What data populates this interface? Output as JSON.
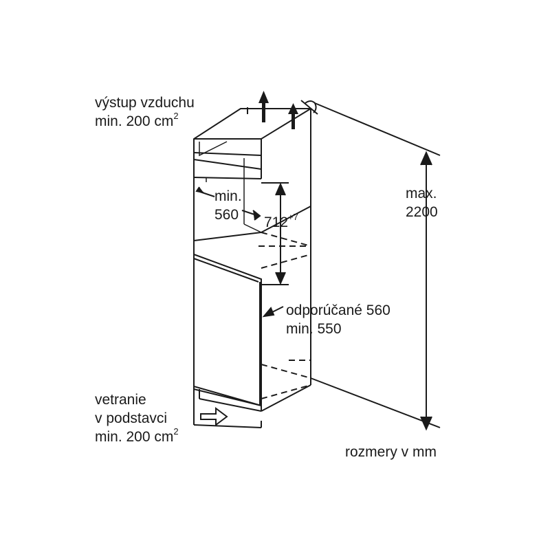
{
  "labels": {
    "air_outlet_line1": "výstup vzduchu",
    "air_outlet_line2": "min. 200 cm",
    "air_outlet_sup": "2",
    "max_height_line1": "max.",
    "max_height_line2": "2200",
    "niche_width_line1": "min.",
    "niche_width_line2": "560",
    "niche_height_value": "712",
    "niche_height_sup": "+7",
    "depth_line1": "odporúčané 560",
    "depth_line2": "min. 550",
    "base_vent_line1": "vetranie",
    "base_vent_line2": "v podstavci",
    "base_vent_line3": "min. 200 cm",
    "base_vent_sup": "2",
    "units_note": "rozmery v mm"
  },
  "colors": {
    "line": "#1a1a1a",
    "background": "#ffffff"
  },
  "icons": {
    "air_out_arrows": "arrow-up-icon",
    "base_air_arrow": "arrow-right-icon",
    "top_reference_mark": "reference-mark-icon"
  }
}
